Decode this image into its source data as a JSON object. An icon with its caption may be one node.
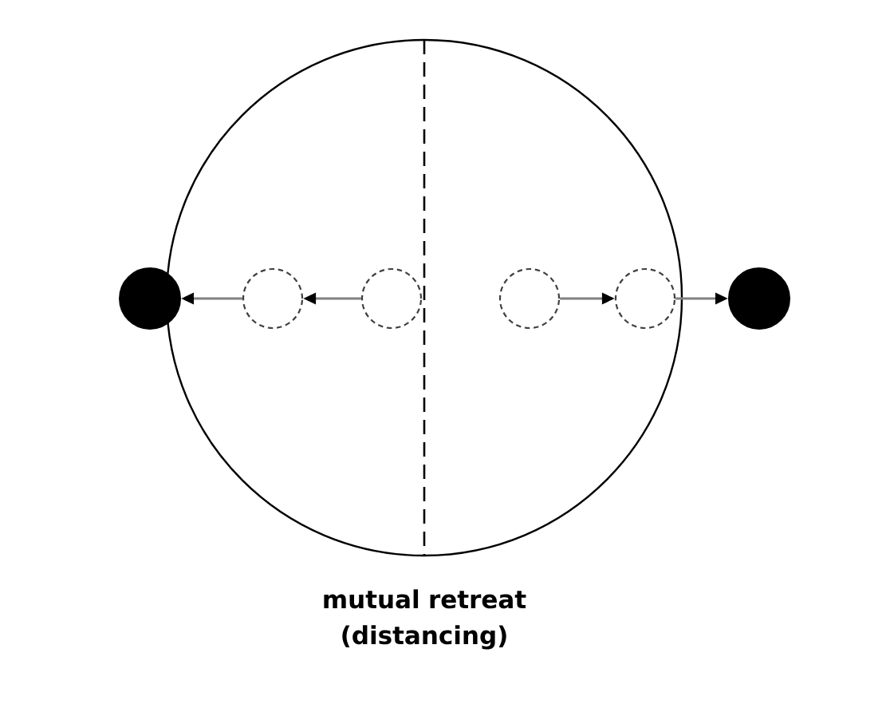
{
  "diagram": {
    "caption": "mutual retreat (distancing)",
    "nodes": [
      {
        "text": [],
        "shape": "circle"
      },
      {
        "text": [],
        "shape": "circle"
      },
      {
        "text": [],
        "shape": "circle"
      },
      {
        "text": [],
        "shape": "circle"
      },
      {
        "text": [],
        "shape": "circle"
      },
      {
        "text": [],
        "shape": "circle"
      }
    ],
    "edges": [
      {
        "from": 2,
        "to": 1,
        "arrow": "to"
      },
      {
        "from": 1,
        "to": 0,
        "arrow": "to"
      },
      {
        "from": 3,
        "to": 4,
        "arrow": "to"
      },
      {
        "from": 4,
        "to": 5,
        "arrow": "to"
      }
    ]
  }
}
